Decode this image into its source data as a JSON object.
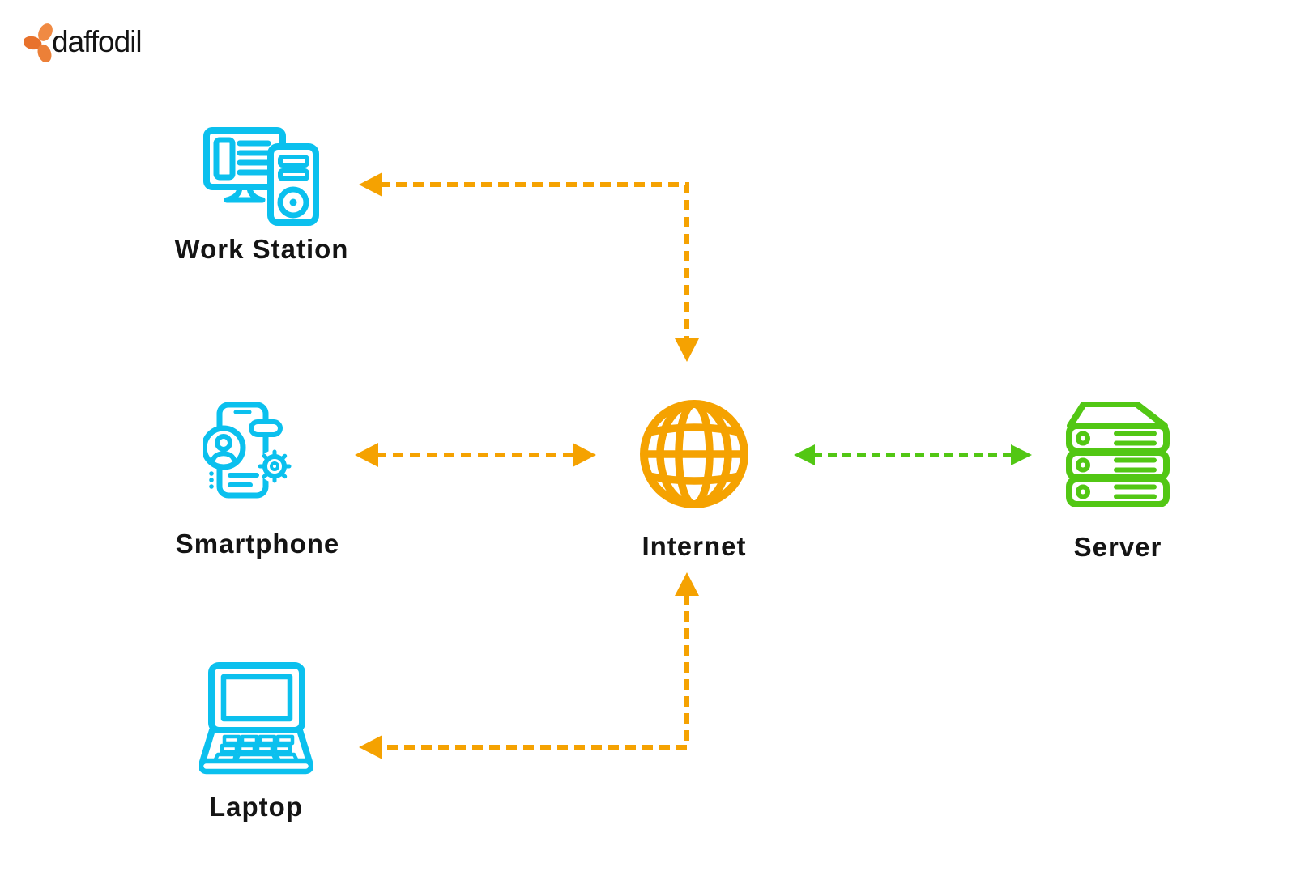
{
  "logo": {
    "text": "daffodil"
  },
  "colors": {
    "device": "#0bc0ee",
    "internet": "#f5a201",
    "server": "#52c714",
    "text": "#141414"
  },
  "nodes": [
    {
      "id": "workstation",
      "label": "Work Station",
      "icon": "workstation-icon",
      "color": "#0bc0ee"
    },
    {
      "id": "smartphone",
      "label": "Smartphone",
      "icon": "smartphone-icon",
      "color": "#0bc0ee"
    },
    {
      "id": "laptop",
      "label": "Laptop",
      "icon": "laptop-icon",
      "color": "#0bc0ee"
    },
    {
      "id": "internet",
      "label": "Internet",
      "icon": "globe-icon",
      "color": "#f5a201"
    },
    {
      "id": "server",
      "label": "Server",
      "icon": "server-stack-icon",
      "color": "#52c714"
    }
  ],
  "connections": [
    {
      "from": "Internet",
      "to": "Work Station",
      "direction": "bidirectional",
      "style": "dashed",
      "shape": "elbow",
      "color": "#f5a201"
    },
    {
      "from": "Internet",
      "to": "Smartphone",
      "direction": "bidirectional",
      "style": "dashed",
      "shape": "straight",
      "color": "#f5a201"
    },
    {
      "from": "Internet",
      "to": "Laptop",
      "direction": "bidirectional",
      "style": "dashed",
      "shape": "elbow",
      "color": "#f5a201"
    },
    {
      "from": "Internet",
      "to": "Server",
      "direction": "bidirectional",
      "style": "dashed",
      "shape": "straight",
      "color": "#52c714"
    }
  ]
}
